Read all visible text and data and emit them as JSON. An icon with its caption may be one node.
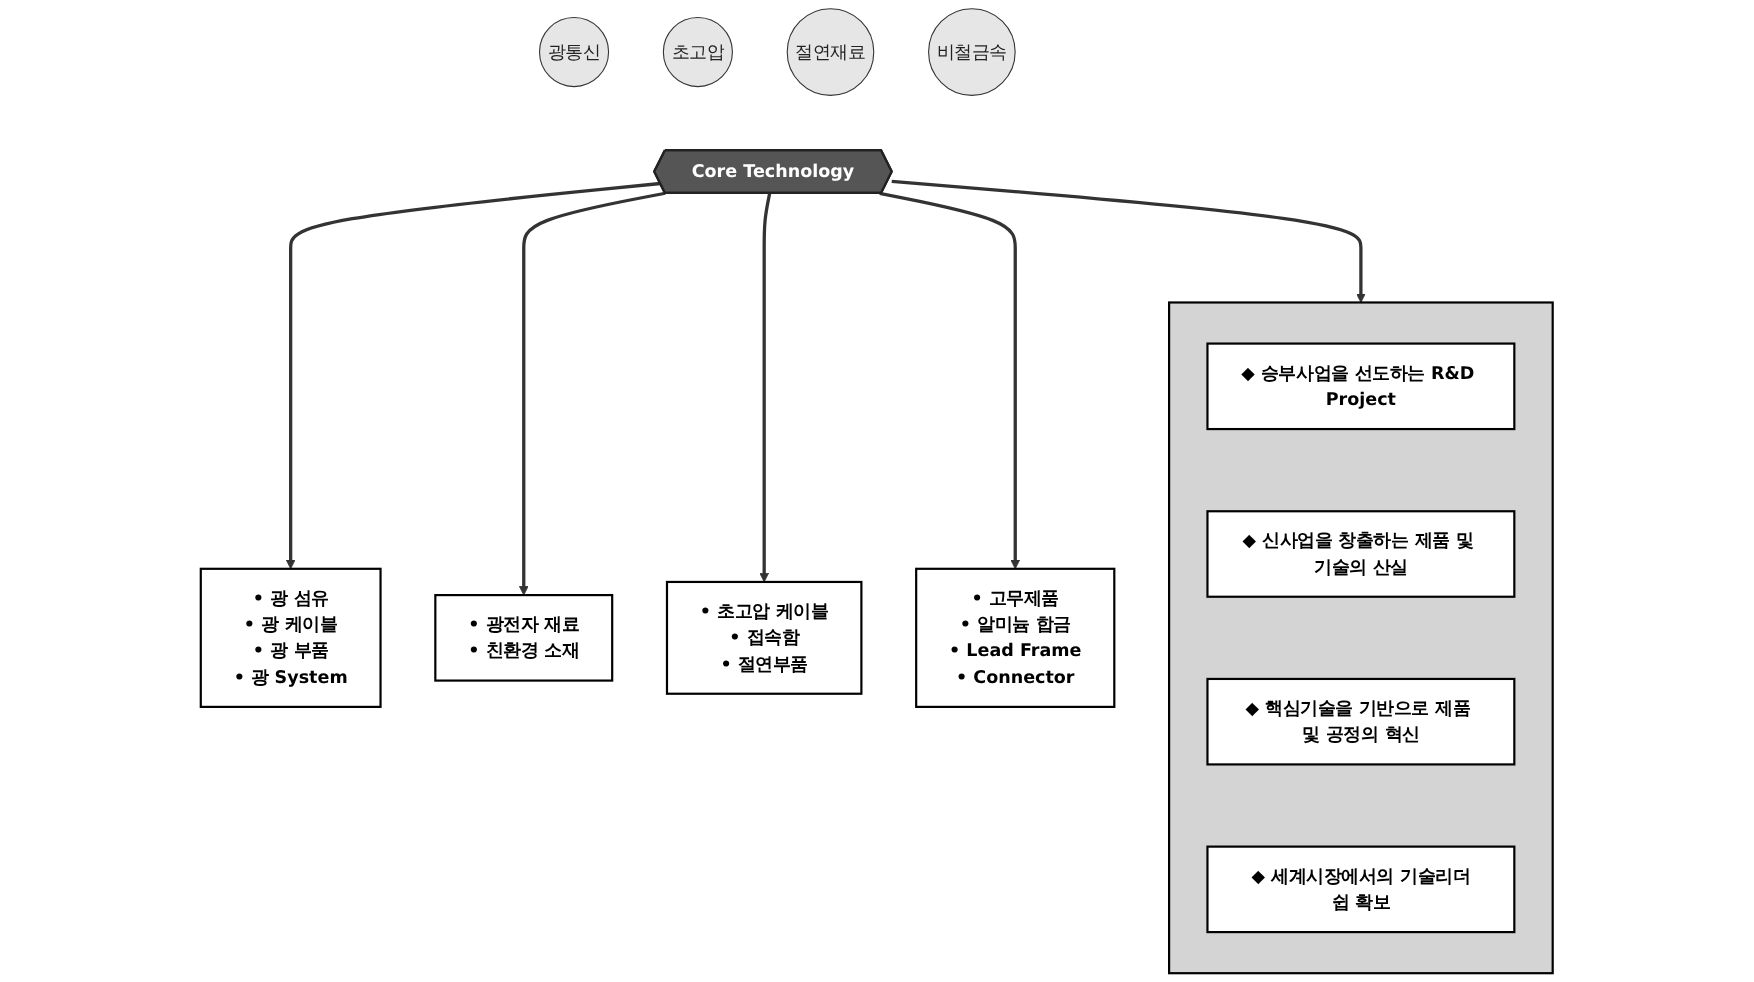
{
  "diagram": {
    "nodes": [
      {
        "text": [
          "• 광 섬유",
          "• 광 케이블",
          "• 광 부품",
          "• 광 System"
        ]
      },
      {
        "text": [
          "• 광전자 재료",
          "• 친환경 소재"
        ]
      },
      {
        "text": [
          "광통신"
        ]
      },
      {
        "text": [
          "초고압"
        ]
      },
      {
        "text": [
          "Core Technology"
        ]
      },
      {
        "text": [
          "절연재료"
        ]
      },
      {
        "text": [
          "비철금속"
        ]
      },
      {
        "text": [
          "• 초고압 케이블",
          "• 접속함",
          "• 절연부품"
        ]
      },
      {
        "text": [
          "• 고무제품",
          "• 알미늄 합금",
          "• Lead Frame",
          "• Connector"
        ]
      },
      {
        "text": [],
        "shape": "box"
      },
      {
        "text": [
          "◆ 승부사업을 선도하는 R&D Project"
        ],
        "in": 9
      },
      {
        "text": [
          "◆ 신사업을 창출하는 제품 및 기술의 산실"
        ],
        "in": 9
      },
      {
        "text": [
          "◆ 핵심기술을 기반으로 제품 및 공정의 혁신"
        ],
        "in": 9
      },
      {
        "text": [
          "◆ 세계시장에서의 기술리더쉽 확보"
        ],
        "in": 9
      }
    ],
    "edges": [
      {
        "from": 4,
        "to": 0,
        "arrow": "to"
      },
      {
        "from": 4,
        "to": 1,
        "arrow": "to"
      },
      {
        "from": 4,
        "to": 7,
        "arrow": "to"
      },
      {
        "from": 4,
        "to": 8,
        "arrow": "to"
      },
      {
        "from": 4,
        "to": 9,
        "arrow": "to"
      }
    ]
  }
}
